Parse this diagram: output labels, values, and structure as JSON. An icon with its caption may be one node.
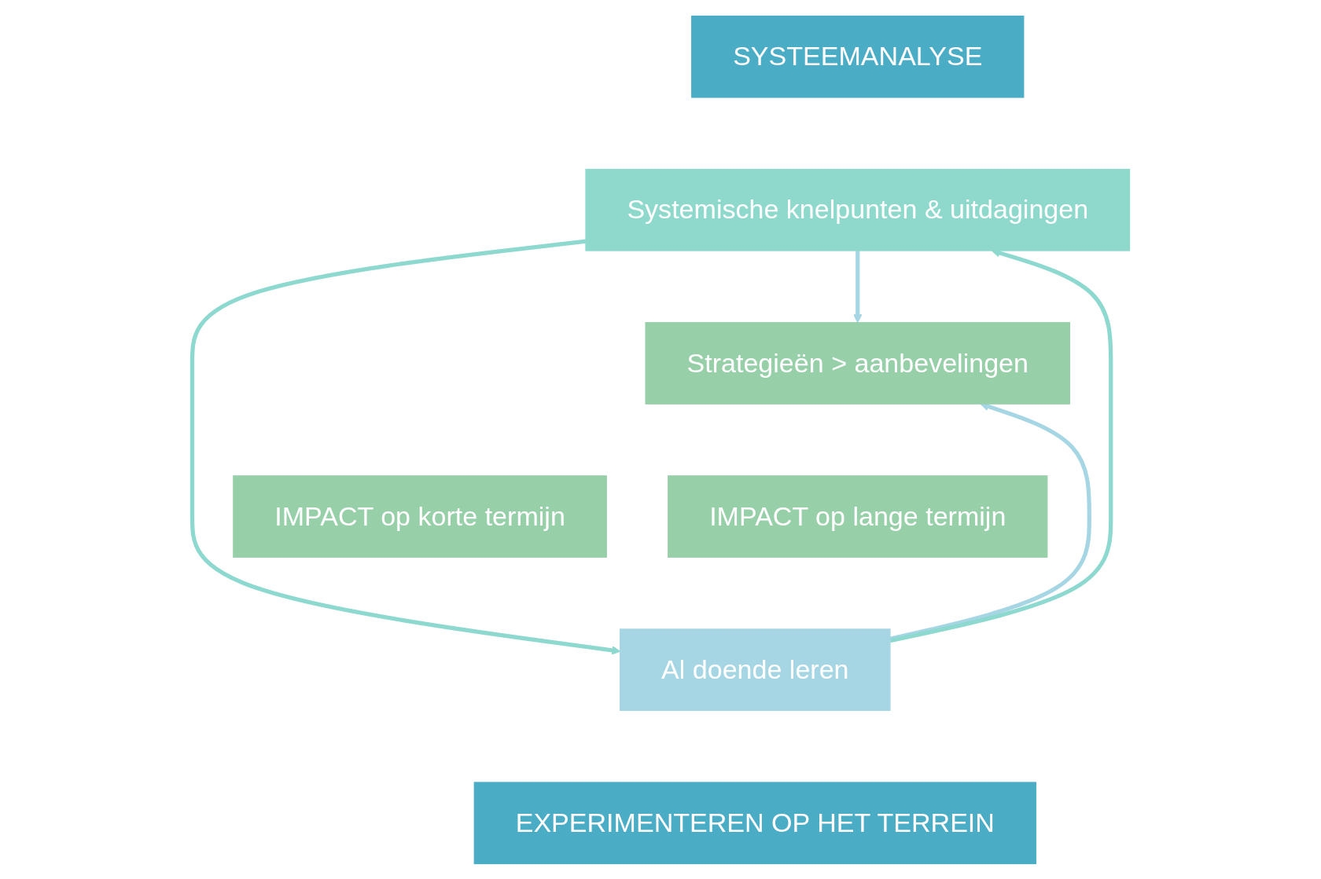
{
  "diagram": {
    "nodes": [
      {
        "text": [
          "SYSTEEMANALYSE"
        ]
      },
      {
        "text": [
          "Systemische knelpunten & uitdagingen"
        ]
      },
      {
        "text": [
          "Strategieën > aanbevelingen"
        ]
      },
      {
        "text": [
          "IMPACT op korte termijn"
        ]
      },
      {
        "text": [
          "IMPACT op lange termijn"
        ]
      },
      {
        "text": [
          "Al doende leren"
        ]
      },
      {
        "text": [
          "EXPERIMENTEREN OP HET TERREIN"
        ]
      }
    ],
    "edges": [
      {
        "from": 1,
        "to": 2,
        "arrow": "to",
        "color": "#a6d6e3"
      },
      {
        "from": 5,
        "to": 2,
        "arrow": "to",
        "color": "#a6d6e3"
      },
      {
        "from": 5,
        "to": 1,
        "arrow": "to",
        "color": "#8dd8cf"
      },
      {
        "from": 1,
        "to": 5,
        "arrow": "to",
        "color": "#8dd8cf"
      }
    ]
  }
}
